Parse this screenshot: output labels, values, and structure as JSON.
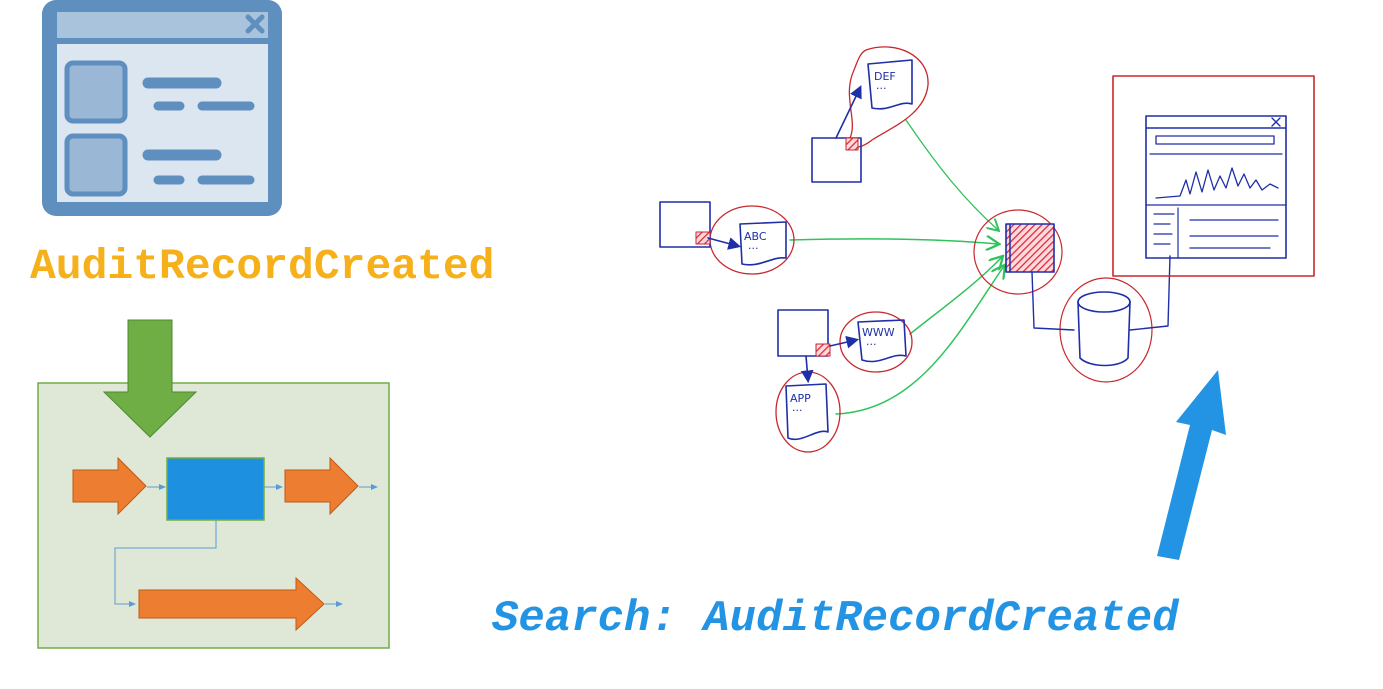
{
  "event_label": "AuditRecordCreated",
  "search_label": "Search: AuditRecordCreated",
  "sketch_labels": {
    "def": "DEF",
    "abc": "ABC",
    "www": "WWW",
    "app": "APP"
  },
  "icons": {
    "top_left": "application-window-icon",
    "bottom_left": "process-flow-diagram",
    "sketch_dashboard": "dashboard-window-icon",
    "sketch_database": "database-icon"
  },
  "colors": {
    "event_text": "#f6b019",
    "search_text": "#2394e3",
    "flow_green": "#6fae45",
    "flow_orange": "#ed7d31",
    "flow_blue": "#1e90e0",
    "panel_bg": "#dfe8d7",
    "sketch_red": "#c8282d",
    "sketch_blue": "#1f2fa8",
    "sketch_green": "#2fc35c"
  }
}
